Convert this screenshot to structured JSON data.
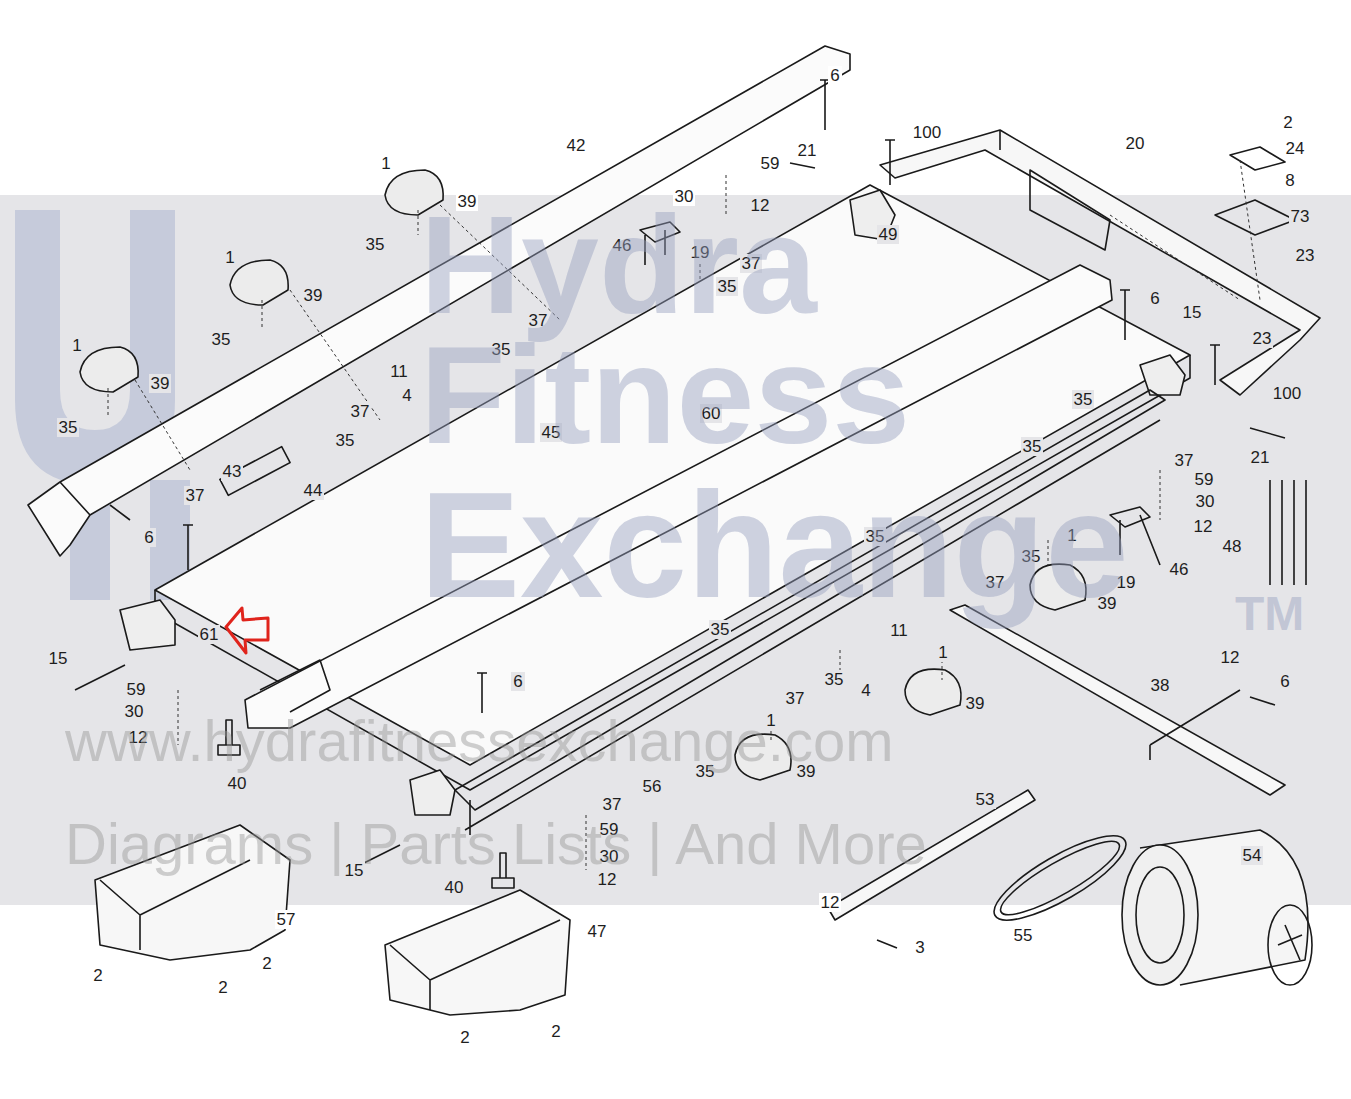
{
  "diagram": {
    "labels": [
      "6",
      "42",
      "1",
      "39",
      "35",
      "1",
      "39",
      "35",
      "1",
      "39",
      "35",
      "59",
      "30",
      "12",
      "21",
      "46",
      "19",
      "37",
      "35",
      "49",
      "100",
      "20",
      "2",
      "24",
      "8",
      "73",
      "23",
      "37",
      "35",
      "11",
      "4",
      "37",
      "35",
      "45",
      "60",
      "43",
      "44",
      "37",
      "6",
      "61",
      "6",
      "15",
      "23",
      "100",
      "35",
      "35",
      "21",
      "37",
      "59",
      "30",
      "12",
      "48",
      "35",
      "1",
      "35",
      "37",
      "19",
      "46",
      "39",
      "35",
      "11",
      "1",
      "35",
      "4",
      "39",
      "12",
      "38",
      "6",
      "15",
      "59",
      "30",
      "12",
      "40",
      "6",
      "37",
      "1",
      "39",
      "35",
      "56",
      "37",
      "59",
      "30",
      "12",
      "53",
      "54",
      "15",
      "40",
      "57",
      "47",
      "12",
      "3",
      "55",
      "2",
      "2",
      "2",
      "2",
      "2",
      "Hydra",
      "Fitness",
      "Exchange",
      "TM",
      "www.hydrafitnessexchange.com",
      "Diagrams | Parts Lists | And More"
    ]
  }
}
